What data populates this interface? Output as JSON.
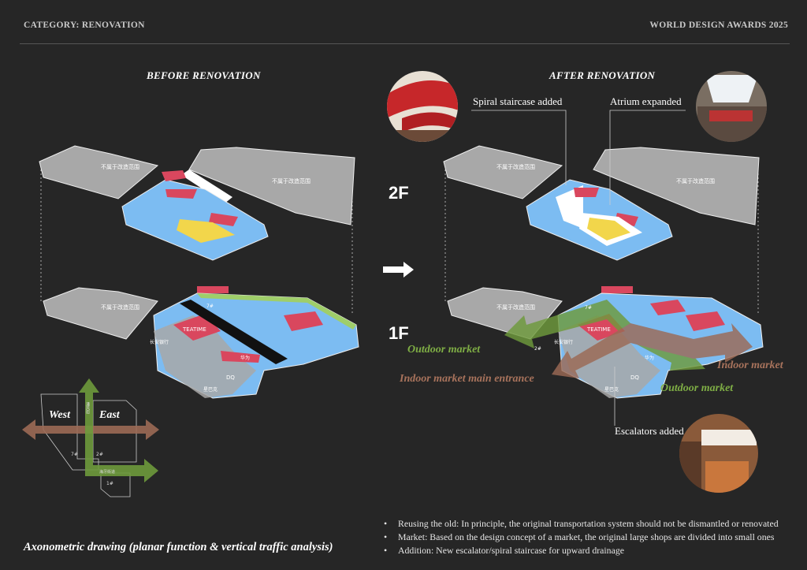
{
  "header": {
    "category": "CATEGORY: RENOVATION",
    "award": "WORLD DESIGN AWARDS 2025"
  },
  "sections": {
    "before": "BEFORE RENOVATION",
    "after": "AFTER RENOVATION"
  },
  "floors": {
    "second": "2F",
    "first": "1F"
  },
  "plan_labels": {
    "out_of_scope": "不属于改造范围",
    "teatime": "TEATIME",
    "bank": "长安银行",
    "huawei": "华为",
    "dq": "DQ",
    "starbucks": "星巴克",
    "bldg7": "7#",
    "bldg2": "2#",
    "bldg1": "1#"
  },
  "key_map": {
    "west": "West",
    "east": "East",
    "street_v": "潘风街",
    "street_h": "海牙街道",
    "bldg7": "7#",
    "bldg2": "2#",
    "bldg1": "1#"
  },
  "callouts": {
    "spiral": "Spiral staircase added",
    "atrium": "Atrium expanded",
    "escalators": "Escalators added"
  },
  "flows": {
    "outdoor_left": "Outdoor market",
    "indoor_entrance": "Indoor market main entrance",
    "indoor_right": "Indoor market",
    "outdoor_right": "Outdoor market"
  },
  "caption": "Axonometric drawing (planar function & vertical traffic analysis)",
  "bullets": [
    "Reusing the old: In principle, the original transportation system should not be dismantled or renovated",
    "Market: Based on the design concept of a market, the original large shops are divided into small ones",
    "Addition: New escalator/spiral staircase for upward drainage"
  ],
  "colors": {
    "background": "#262626",
    "retail_blue": "#7cbcf2",
    "shop_red": "#d9475e",
    "atrium_yellow": "#f2d64b",
    "scope_gray": "#a8a8a8",
    "outdoor_green": "#6e9a3c",
    "indoor_brown": "#9c6a55"
  }
}
